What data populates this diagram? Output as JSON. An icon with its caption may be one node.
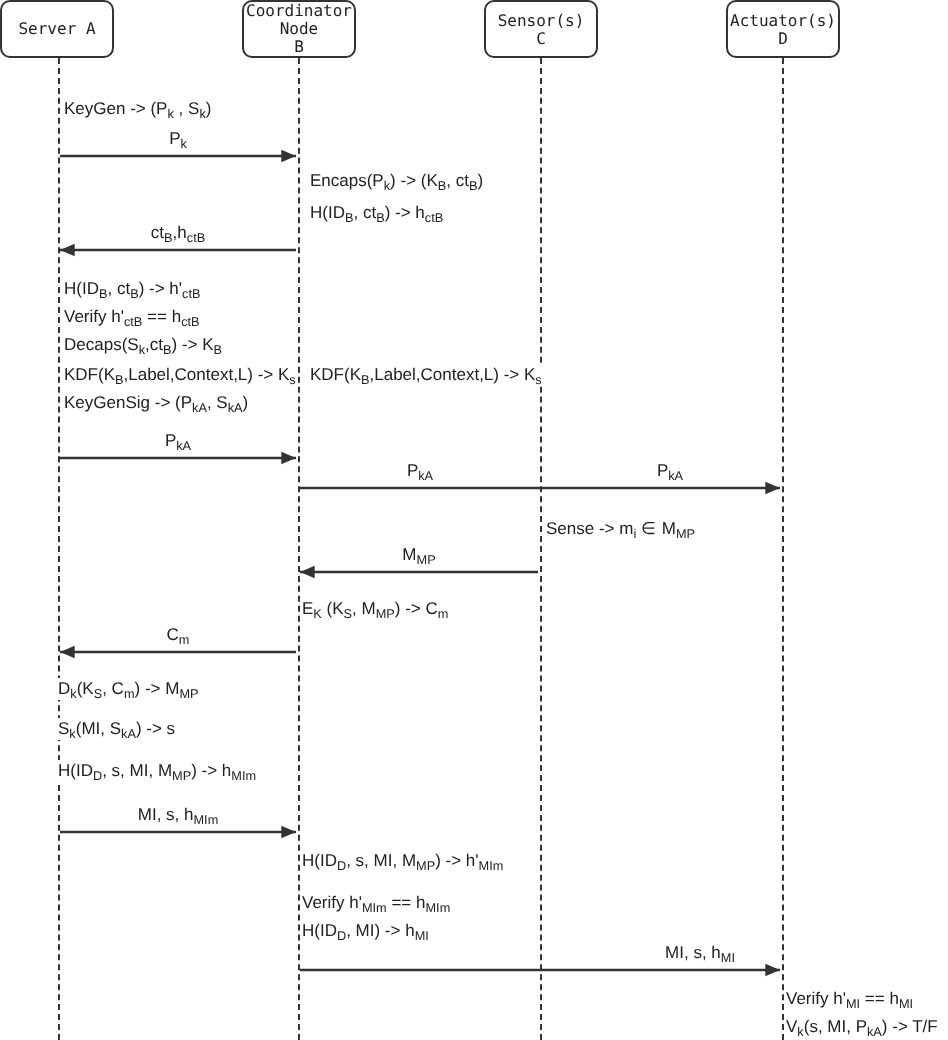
{
  "diagram": {
    "nodes": [
      {
        "text": [
          "Server A"
        ]
      },
      {
        "text": [
          "Coordinator Node",
          "B"
        ]
      },
      {
        "text": [
          "Sensor(s)",
          "C"
        ]
      },
      {
        "text": [
          "Actuator(s)",
          "D"
        ]
      },
      {
        "text": [],
        "shape": "line"
      },
      {
        "text": [],
        "shape": "line"
      },
      {
        "text": [],
        "shape": "line"
      },
      {
        "text": [],
        "shape": "line"
      }
    ],
    "edges": [
      {
        "from": 4,
        "to": 5,
        "arrow": "to",
        "label": "P$_{k}$"
      },
      {
        "from": 5,
        "to": 4,
        "arrow": "to",
        "label": "ct$_{B}$,h$_{ctB}$"
      },
      {
        "from": 4,
        "to": 5,
        "arrow": "to",
        "label": "P$_{kA}$"
      },
      {
        "from": 5,
        "to": 7,
        "arrow": "to",
        "label": "P$_{kA}$"
      },
      {
        "from": 6,
        "to": 5,
        "arrow": "to",
        "label": "M$_{MP}$"
      },
      {
        "from": 5,
        "to": 4,
        "arrow": "to",
        "label": "C$_{m}$"
      },
      {
        "from": 4,
        "to": 5,
        "arrow": "to",
        "label": "MI, s, h$_{MIm}$"
      },
      {
        "from": 5,
        "to": 7,
        "arrow": "to",
        "label": "MI, s, h$_{MI}$"
      }
    ],
    "labels": [
      "KeyGen -> (P$_{k}$ , S$_{k}$)",
      "Encaps(P$_{k}$) -> (K$_{B}$, ct$_{B}$)",
      "H(ID$_{B}$, ct$_{B}$) -> h$_{ctB}$",
      "H(ID$_{B}$, ct$_{B}$) -> h'$_{ctB}$",
      "Verify h'$_{ctB}$ == h$_{ctB}$",
      "Decaps(S$_{k}$,ct$_{B}$) -> K$_{B}$",
      "KDF(K$_{B}$,Label,Context,L) -> K$_{s}$",
      "KDF(K$_{B}$,Label,Context,L) -> K$_{s}$",
      "KeyGenSig -> (P$_{kA}$, S$_{kA}$)",
      "P$_{kA}$",
      "Sense -> m$_{i}$ ∈ M$_{MP}$",
      "E$_{K}$ (K$_{S}$, M$_{MP}$) -> C$_{m}$",
      "D$_{k}$(K$_{S}$, C$_{m}$) -> M$_{MP}$",
      "S$_{k}$(MI, S$_{kA}$) -> s",
      "H(ID$_{D}$, s, MI, M$_{MP}$) -> h$_{MIm}$",
      "H(ID$_{D}$, s, MI, M$_{MP}$) -> h'$_{MIm}$",
      "Verify  h'$_{MIm}$ == h$_{MIm}$",
      "H(ID$_{D}$, MI) -> h$_{MI}$",
      "Verify h'$_{MI}$ == h$_{MI}$",
      "V$_{k}$(s, MI, P$_{kA}$) -> T/F"
    ]
  }
}
